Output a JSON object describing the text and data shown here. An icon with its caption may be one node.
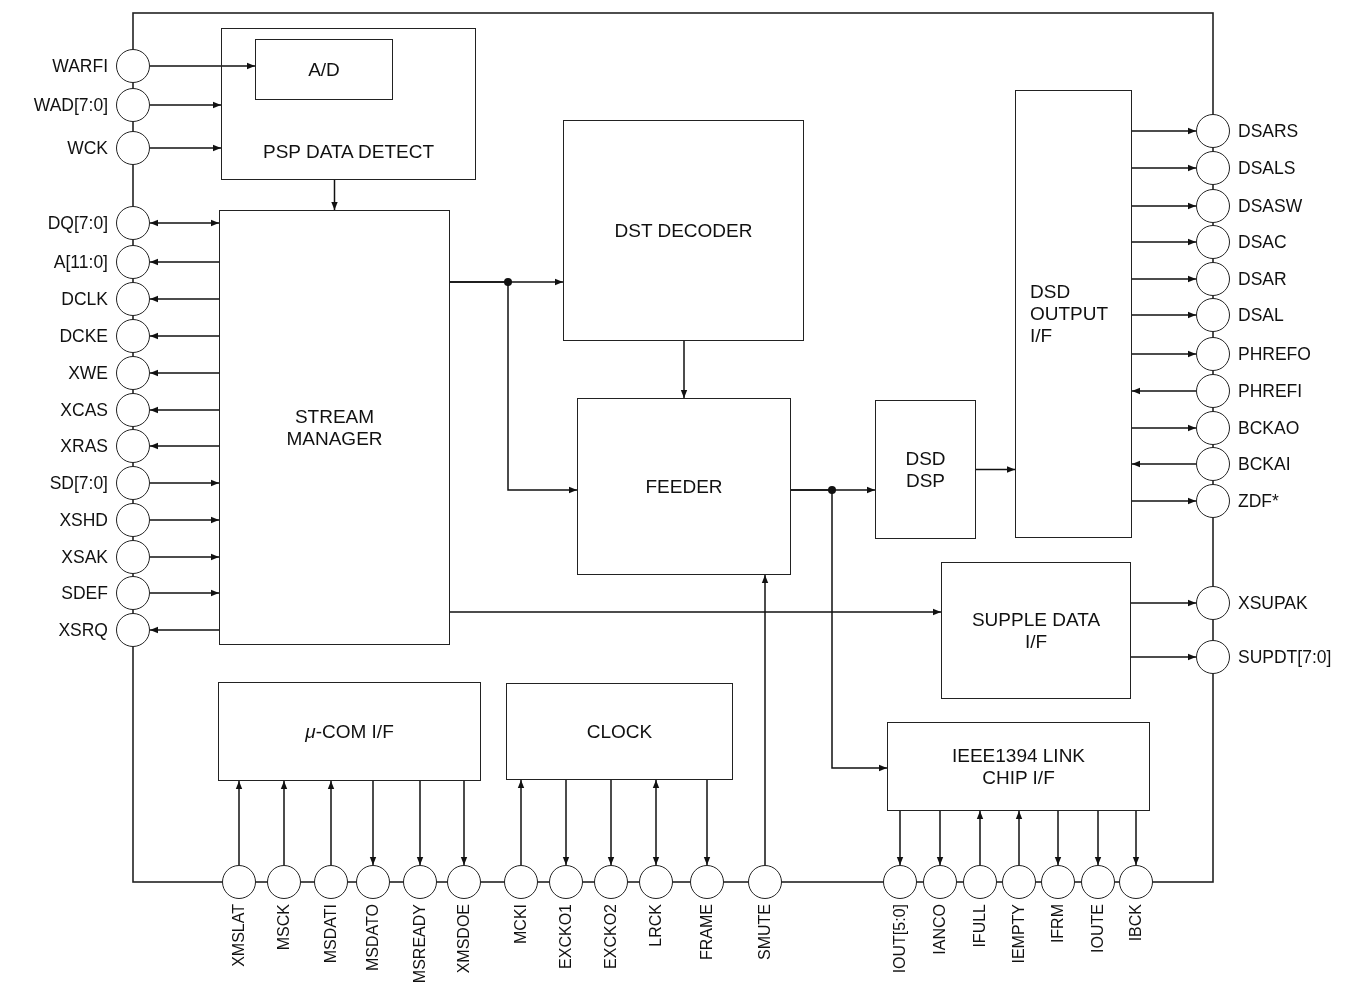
{
  "diagram": {
    "nodes": [
      {
        "text": [
          "PSP DATA DETECT"
        ]
      },
      {
        "text": [
          "A/D"
        ],
        "in": 0
      },
      {
        "text": [
          "STREAM MANAGER"
        ]
      },
      {
        "text": [
          "DST DECODER"
        ]
      },
      {
        "text": [
          "FEEDER"
        ]
      },
      {
        "text": [
          "DSD DSP"
        ]
      },
      {
        "text": [
          "DSD OUTPUT I/F"
        ]
      },
      {
        "text": [
          "SUPPLE DATA I/F"
        ]
      },
      {
        "text": [
          "*μ*-COM I/F"
        ]
      },
      {
        "text": [
          "CLOCK"
        ]
      },
      {
        "text": [
          "IEEE1394 LINK CHIP I/F"
        ]
      },
      {
        "text": [
          "WARFI"
        ]
      },
      {
        "text": [
          "WAD[7:0]"
        ]
      },
      {
        "text": [
          "WCK"
        ]
      },
      {
        "text": [
          "DQ[7:0]"
        ]
      },
      {
        "text": [
          "A[11:0]"
        ]
      },
      {
        "text": [
          "DCLK"
        ]
      },
      {
        "text": [
          "DCKE"
        ]
      },
      {
        "text": [
          "XWE"
        ]
      },
      {
        "text": [
          "XCAS"
        ]
      },
      {
        "text": [
          "XRAS"
        ]
      },
      {
        "text": [
          "SD[7:0]"
        ]
      },
      {
        "text": [
          "XSHD"
        ]
      },
      {
        "text": [
          "XSAK"
        ]
      },
      {
        "text": [
          "SDEF"
        ]
      },
      {
        "text": [
          "XSRQ"
        ]
      },
      {
        "text": [
          "DSARS"
        ]
      },
      {
        "text": [
          "DSALS"
        ]
      },
      {
        "text": [
          "DSASW"
        ]
      },
      {
        "text": [
          "DSAC"
        ]
      },
      {
        "text": [
          "DSAR"
        ]
      },
      {
        "text": [
          "DSAL"
        ]
      },
      {
        "text": [
          "PHREFO"
        ]
      },
      {
        "text": [
          "PHREFI"
        ]
      },
      {
        "text": [
          "BCKAO"
        ]
      },
      {
        "text": [
          "BCKAI"
        ]
      },
      {
        "text": [
          "ZDF*"
        ]
      },
      {
        "text": [
          "XSUPAK"
        ]
      },
      {
        "text": [
          "SUPDT[7:0]"
        ]
      },
      {
        "text": [
          "XMSLAT"
        ]
      },
      {
        "text": [
          "MSCK"
        ]
      },
      {
        "text": [
          "MSDATI"
        ]
      },
      {
        "text": [
          "MSDATO"
        ]
      },
      {
        "text": [
          "MSREADY"
        ]
      },
      {
        "text": [
          "XMSDOE"
        ]
      },
      {
        "text": [
          "MCKI"
        ]
      },
      {
        "text": [
          "EXCKO1"
        ]
      },
      {
        "text": [
          "EXCKO2"
        ]
      },
      {
        "text": [
          "LRCK"
        ]
      },
      {
        "text": [
          "FRAME"
        ]
      },
      {
        "text": [
          "SMUTE"
        ]
      },
      {
        "text": [
          "IOUT[5:0]"
        ]
      },
      {
        "text": [
          "IANCO"
        ]
      },
      {
        "text": [
          "IFULL"
        ]
      },
      {
        "text": [
          "IEMPTY"
        ]
      },
      {
        "text": [
          "IFRM"
        ]
      },
      {
        "text": [
          "IOUTE"
        ]
      },
      {
        "text": [
          "IBCK"
        ]
      }
    ],
    "edges": [
      {
        "from": 11,
        "to": 1,
        "arrow": "to"
      },
      {
        "from": 12,
        "to": 0,
        "arrow": "to"
      },
      {
        "from": 13,
        "to": 0,
        "arrow": "to"
      },
      {
        "from": 0,
        "to": 2,
        "arrow": "to"
      },
      {
        "from": 2,
        "to": 14,
        "arrow": "both"
      },
      {
        "from": 2,
        "to": 15,
        "arrow": "to"
      },
      {
        "from": 2,
        "to": 16,
        "arrow": "to"
      },
      {
        "from": 2,
        "to": 17,
        "arrow": "to"
      },
      {
        "from": 2,
        "to": 18,
        "arrow": "to"
      },
      {
        "from": 2,
        "to": 19,
        "arrow": "to"
      },
      {
        "from": 2,
        "to": 20,
        "arrow": "to"
      },
      {
        "from": 21,
        "to": 2,
        "arrow": "to"
      },
      {
        "from": 22,
        "to": 2,
        "arrow": "to"
      },
      {
        "from": 23,
        "to": 2,
        "arrow": "to"
      },
      {
        "from": 24,
        "to": 2,
        "arrow": "to"
      },
      {
        "from": 2,
        "to": 25,
        "arrow": "to"
      },
      {
        "from": 2,
        "to": 3,
        "arrow": "to"
      },
      {
        "from": 2,
        "to": 4,
        "arrow": "to"
      },
      {
        "from": 3,
        "to": 4,
        "arrow": "to"
      },
      {
        "from": 4,
        "to": 5,
        "arrow": "to"
      },
      {
        "from": 4,
        "to": 10,
        "arrow": "to"
      },
      {
        "from": 5,
        "to": 6,
        "arrow": "to"
      },
      {
        "from": 2,
        "to": 7,
        "arrow": "to"
      },
      {
        "from": 50,
        "to": 4,
        "arrow": "to"
      },
      {
        "from": 6,
        "to": 26,
        "arrow": "to"
      },
      {
        "from": 6,
        "to": 27,
        "arrow": "to"
      },
      {
        "from": 6,
        "to": 28,
        "arrow": "to"
      },
      {
        "from": 6,
        "to": 29,
        "arrow": "to"
      },
      {
        "from": 6,
        "to": 30,
        "arrow": "to"
      },
      {
        "from": 6,
        "to": 31,
        "arrow": "to"
      },
      {
        "from": 6,
        "to": 32,
        "arrow": "to"
      },
      {
        "from": 33,
        "to": 6,
        "arrow": "to"
      },
      {
        "from": 6,
        "to": 34,
        "arrow": "to"
      },
      {
        "from": 35,
        "to": 6,
        "arrow": "to"
      },
      {
        "from": 6,
        "to": 36,
        "arrow": "to"
      },
      {
        "from": 7,
        "to": 37,
        "arrow": "to"
      },
      {
        "from": 7,
        "to": 38,
        "arrow": "to"
      },
      {
        "from": 39,
        "to": 8,
        "arrow": "to"
      },
      {
        "from": 40,
        "to": 8,
        "arrow": "to"
      },
      {
        "from": 41,
        "to": 8,
        "arrow": "to"
      },
      {
        "from": 8,
        "to": 42,
        "arrow": "to"
      },
      {
        "from": 8,
        "to": 43,
        "arrow": "to"
      },
      {
        "from": 8,
        "to": 44,
        "arrow": "to"
      },
      {
        "from": 45,
        "to": 9,
        "arrow": "to"
      },
      {
        "from": 9,
        "to": 46,
        "arrow": "to"
      },
      {
        "from": 9,
        "to": 47,
        "arrow": "to"
      },
      {
        "from": 9,
        "to": 48,
        "arrow": "both"
      },
      {
        "from": 9,
        "to": 49,
        "arrow": "to"
      },
      {
        "from": 10,
        "to": 51,
        "arrow": "to"
      },
      {
        "from": 10,
        "to": 52,
        "arrow": "to"
      },
      {
        "from": 53,
        "to": 10,
        "arrow": "to"
      },
      {
        "from": 54,
        "to": 10,
        "arrow": "to"
      },
      {
        "from": 10,
        "to": 55,
        "arrow": "to"
      },
      {
        "from": 10,
        "to": 56,
        "arrow": "to"
      },
      {
        "from": 10,
        "to": 57,
        "arrow": "to"
      }
    ]
  }
}
